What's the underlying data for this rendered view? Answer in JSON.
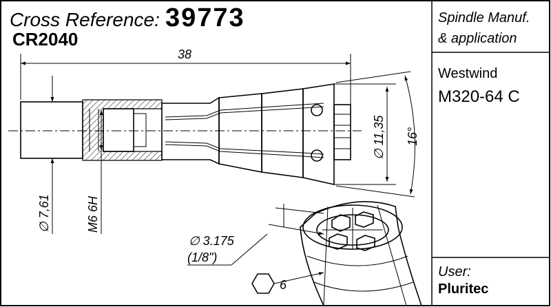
{
  "header": {
    "label": "Cross Reference:",
    "number": "39773",
    "code": "CR2040",
    "code_color": "#e30613"
  },
  "dimensions": {
    "length": "38",
    "front_diameter": "∅ 11,35",
    "angle": "16°",
    "back_diameter": "∅ 7,61",
    "thread": "M6 6H",
    "bore_diameter": "∅ 3.175",
    "bore_inch": "(1/8\")",
    "hex_size": "6"
  },
  "sidebar": {
    "spindle_label_line1": "Spindle Manuf.",
    "spindle_label_line2": "& application",
    "manufacturer_line1": "Westwind",
    "manufacturer_line2": "M320-64 C",
    "user_label": "User:",
    "user_value": "Pluritec"
  },
  "icons": {
    "hex": "hexagon-icon"
  }
}
